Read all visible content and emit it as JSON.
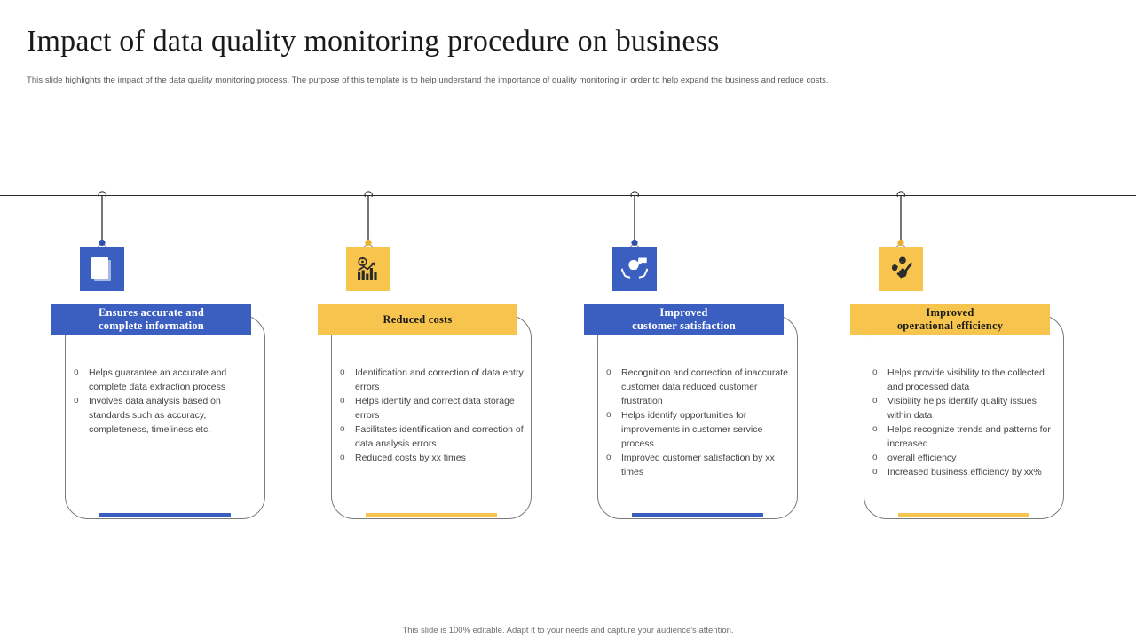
{
  "slide": {
    "title": "Impact of data quality monitoring procedure on business",
    "subtitle": "This slide highlights the impact of the data quality monitoring process. The purpose of this template  is to help understand the importance of quality monitoring in  order to help expand the business and reduce costs.",
    "footer": "This slide is 100% editable.  Adapt it to your needs and capture your audience's attention."
  },
  "colors": {
    "blue": "#3b5fc0",
    "amber": "#f6c košice"
  },
  "theme": {
    "blue": "#3b5fc0",
    "blue_dark": "#2f4fae",
    "amber": "#f7c54d",
    "amber_dark": "#e9ae2e",
    "rail": "#2b2b2b",
    "outline": "#7a7a7a",
    "text": "#444444"
  },
  "cards": [
    {
      "id": "ensures-accurate-and-complete-information",
      "accent": "blue",
      "icon": "document-info-icon",
      "title_lines": [
        "Ensures accurate and",
        "complete information"
      ],
      "bullets": [
        "Helps guarantee an accurate and complete data extraction process",
        "Involves  data analysis based on standards such as accuracy, completeness, timeliness etc."
      ]
    },
    {
      "id": "reduced-costs",
      "accent": "amber",
      "icon": "bar-chart-growth-icon",
      "title_lines": [
        "Reduced costs"
      ],
      "bullets": [
        "Identification  and correction of data entry errors",
        "Helps identify and correct data storage errors",
        "Facilitates identification  and correction  of data analysis errors",
        "Reduced  costs by xx times"
      ]
    },
    {
      "id": "improved-customer-satisfaction",
      "accent": "blue",
      "icon": "customer-care-hands-icon",
      "title_lines": [
        "Improved",
        "customer satisfaction"
      ],
      "bullets": [
        "Recognition  and correction of inaccurate customer data reduced customer frustration",
        "Helps identify opportunities for improvements  in customer service  process",
        "Improved  customer satisfaction by xx times"
      ]
    },
    {
      "id": "improved-operational-efficiency",
      "accent": "amber",
      "icon": "gears-checkmark-icon",
      "title_lines": [
        "Improved",
        "operational efficiency"
      ],
      "bullets": [
        "Helps provide  visibility to the collected and processed data",
        "Visibility helps identify quality issues within data",
        "Helps recognize trends and patterns for increased",
        "overall  efficiency",
        "Increased  business efficiency by xx%"
      ]
    }
  ]
}
